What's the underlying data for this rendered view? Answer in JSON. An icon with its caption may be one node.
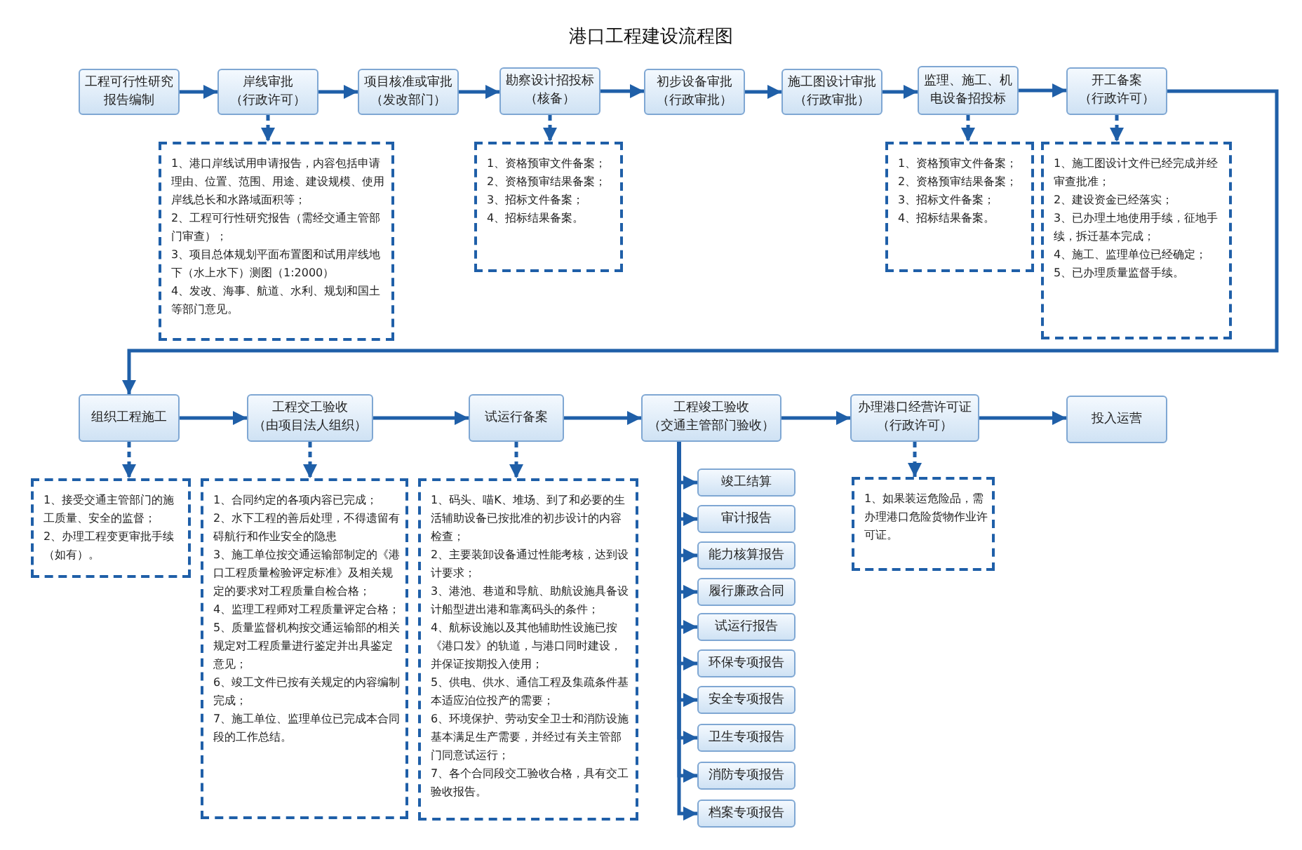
{
  "diagram": {
    "title": "港口工程建设流程图",
    "nodes": [
      {
        "text": [
          "工程可行性研究报告编制"
        ]
      },
      {
        "text": [
          "岸线审批",
          "（行政许可）"
        ]
      },
      {
        "text": [
          "项目核准或审批",
          "（发改部门）"
        ]
      },
      {
        "text": [
          "勘察设计招投标",
          "（核备）"
        ]
      },
      {
        "text": [
          "初步设备审批",
          "（行政审批）"
        ]
      },
      {
        "text": [
          "施工图设计审批",
          "（行政审批）"
        ]
      },
      {
        "text": [
          "监理、施工、机电设备招投标"
        ]
      },
      {
        "text": [
          "开工备案",
          "（行政许可）"
        ]
      },
      {
        "text": [
          "1、港口岸线试用申请报告，内容包括申请理由、位置、范围、用途、建设规模、使用岸线总长和水路域面积等；",
          "2、工程可行性研究报告（需经交通主管部门审查）；",
          "3、项目总体规划平面布置图和试用岸线地下（水上水下）测图（1:2000）",
          "4、发改、海事、航道、水利、规划和国土等部门意见。"
        ]
      },
      {
        "text": [
          "1、资格预审文件备案；",
          "2、资格预审结果备案；",
          "3、招标文件备案；",
          "4、招标结果备案。"
        ]
      },
      {
        "text": [
          "1、资格预审文件备案；",
          "2、资格预审结果备案；",
          "3、招标文件备案；",
          "4、招标结果备案。"
        ]
      },
      {
        "text": [
          "1、施工图设计文件已经完成并经审查批准；",
          "2、建设资金已经落实；",
          "3、已办理土地使用手续，征地手续，拆迁基本完成；",
          "4、施工、监理单位已经确定；",
          "5、已办理质量监督手续。"
        ]
      },
      {
        "text": [
          "组织工程施工"
        ]
      },
      {
        "text": [
          "工程交工验收",
          "（由项目法人组织）"
        ]
      },
      {
        "text": [
          "试运行备案"
        ]
      },
      {
        "text": [
          "工程竣工验收",
          "（交通主管部门验收）"
        ]
      },
      {
        "text": [
          "办理港口经营许可证（行政许可）"
        ]
      },
      {
        "text": [
          "投入运营"
        ]
      },
      {
        "text": [
          "1、接受交通主管部门的施工质量、安全的监督；",
          "2、办理工程变更审批手续（如有）。"
        ]
      },
      {
        "text": [
          "1、合同约定的各项内容已完成；",
          "2、水下工程的善后处理，不得遗留有碍航行和作业安全的隐患",
          "3、施工单位按交通运输部制定的《港口工程质量检验评定标准》及相关规定的要求对工程质量自检合格；",
          "4、监理工程师对工程质量评定合格；",
          "5、质量监督机构按交通运输部的相关规定对工程质量进行鉴定并出具鉴定意见；",
          "6、竣工文件已按有关规定的内容编制完成；",
          "7、施工单位、监理单位已完成本合同段的工作总结。"
        ]
      },
      {
        "text": [
          "1、码头、喵K、堆场、到了和必要的生活辅助设备已按批准的初步设计的内容检查；",
          "2、主要装卸设备通过性能考核，达到设计要求；",
          "3、港池、巷道和导航、助航设施具备设计船型进出港和靠离码头的条件；",
          "4、航标设施以及其他辅助性设施已按《港口发》的轨道，与港口同时建设，并保证按期投入使用；",
          "5、供电、供水、通信工程及集疏条件基本适应泊位投产的需要；",
          "6、环境保护、劳动安全卫士和消防设施基本满足生产需要，并经过有关主管部门同意试运行；",
          "7、各个合同段交工验收合格，具有交工验收报告。"
        ]
      },
      {
        "text": [
          "1、如果装运危险品，需办理港口危险货物作业许可证。"
        ]
      },
      {
        "text": [
          "竣工结算"
        ]
      },
      {
        "text": [
          "审计报告"
        ]
      },
      {
        "text": [
          "能力核算报告"
        ]
      },
      {
        "text": [
          "履行廉政合同"
        ]
      },
      {
        "text": [
          "试运行报告"
        ]
      },
      {
        "text": [
          "环保专项报告"
        ]
      },
      {
        "text": [
          "安全专项报告"
        ]
      },
      {
        "text": [
          "卫生专项报告"
        ]
      },
      {
        "text": [
          "消防专项报告"
        ]
      },
      {
        "text": [
          "档案专项报告"
        ]
      }
    ],
    "edges": [
      {
        "from": 0,
        "to": 1,
        "arrow": "to"
      },
      {
        "from": 1,
        "to": 2,
        "arrow": "to"
      },
      {
        "from": 2,
        "to": 3,
        "arrow": "to"
      },
      {
        "from": 3,
        "to": 4,
        "arrow": "to"
      },
      {
        "from": 4,
        "to": 5,
        "arrow": "to"
      },
      {
        "from": 5,
        "to": 6,
        "arrow": "to"
      },
      {
        "from": 6,
        "to": 7,
        "arrow": "to"
      },
      {
        "from": 1,
        "to": 8,
        "arrow": "to",
        "style": "dashed"
      },
      {
        "from": 3,
        "to": 9,
        "arrow": "to",
        "style": "dashed"
      },
      {
        "from": 6,
        "to": 10,
        "arrow": "to",
        "style": "dashed"
      },
      {
        "from": 7,
        "to": 11,
        "arrow": "to",
        "style": "dashed"
      },
      {
        "from": 7,
        "to": 12,
        "arrow": "to"
      },
      {
        "from": 12,
        "to": 13,
        "arrow": "to"
      },
      {
        "from": 13,
        "to": 14,
        "arrow": "to"
      },
      {
        "from": 14,
        "to": 15,
        "arrow": "to"
      },
      {
        "from": 15,
        "to": 16,
        "arrow": "to"
      },
      {
        "from": 16,
        "to": 17,
        "arrow": "to"
      },
      {
        "from": 12,
        "to": 18,
        "arrow": "to",
        "style": "dashed"
      },
      {
        "from": 13,
        "to": 19,
        "arrow": "to",
        "style": "dashed"
      },
      {
        "from": 14,
        "to": 20,
        "arrow": "to",
        "style": "dashed"
      },
      {
        "from": 16,
        "to": 21,
        "arrow": "to",
        "style": "dashed"
      },
      {
        "from": 15,
        "to": 22,
        "arrow": "to"
      },
      {
        "from": 15,
        "to": 23,
        "arrow": "to"
      },
      {
        "from": 15,
        "to": 24,
        "arrow": "to"
      },
      {
        "from": 15,
        "to": 25,
        "arrow": "to"
      },
      {
        "from": 15,
        "to": 26,
        "arrow": "to"
      },
      {
        "from": 15,
        "to": 27,
        "arrow": "to"
      },
      {
        "from": 15,
        "to": 28,
        "arrow": "to"
      },
      {
        "from": 15,
        "to": 29,
        "arrow": "to"
      },
      {
        "from": 15,
        "to": 30,
        "arrow": "to"
      },
      {
        "from": 15,
        "to": 31,
        "arrow": "to"
      }
    ]
  }
}
